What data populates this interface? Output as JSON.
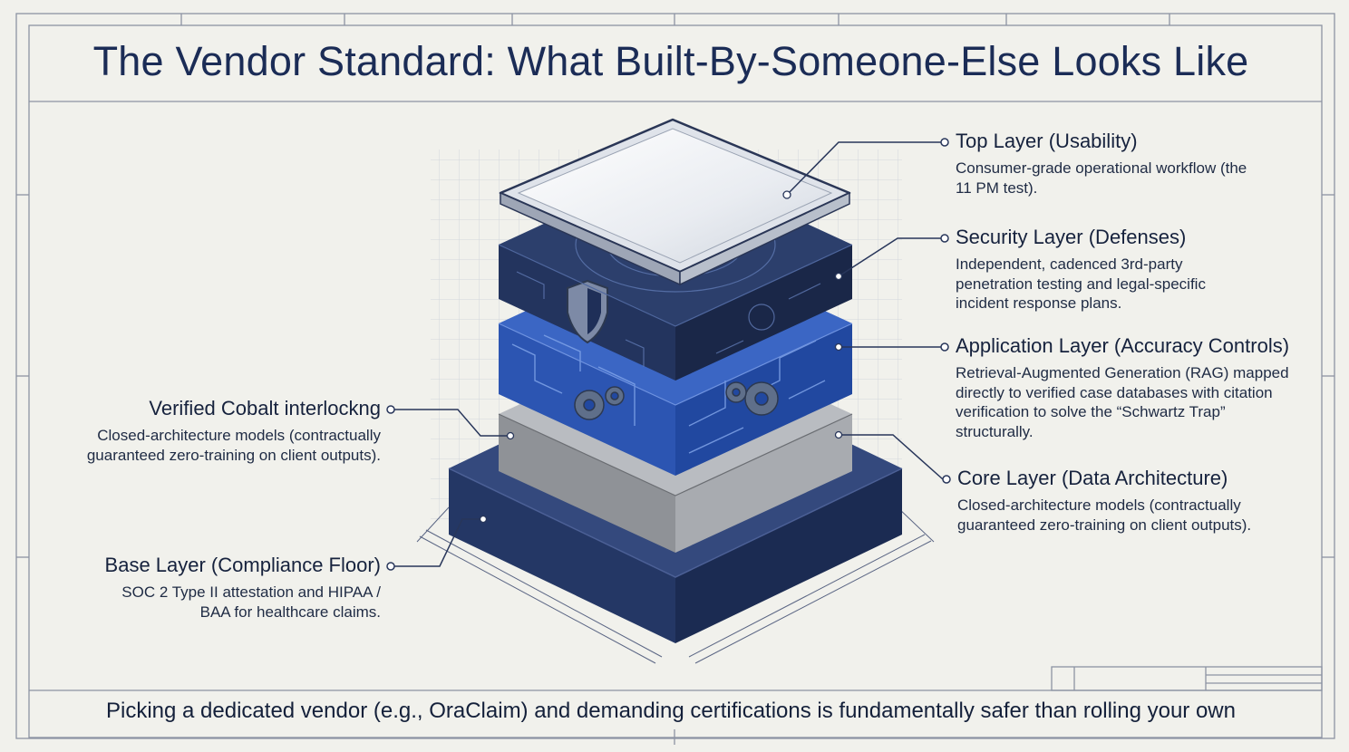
{
  "title": "The Vendor Standard: What Built-By-Someone-Else Looks Like",
  "footer": "Picking a dedicated vendor (e.g., OraClaim) and demanding certifications is fundamentally safer than rolling your own",
  "layers": {
    "top": {
      "heading": "Top Layer (Usability)",
      "description": "Consumer-grade operational workflow (the 11 PM test)."
    },
    "security": {
      "heading": "Security Layer (Defenses)",
      "description": "Independent, cadenced 3rd-party penetration testing and legal-specific incident response plans."
    },
    "application": {
      "heading": "Application Layer (Accuracy Controls)",
      "description": "Retrieval-Augmented Generation (RAG) mapped directly to verified case databases with citation verification to solve the “Schwartz Trap” structurally."
    },
    "core": {
      "heading": "Core Layer (Data Architecture)",
      "description": "Closed-architecture models (contractually guaranteed zero-training on client outputs)."
    },
    "cobalt": {
      "heading": "Verified Cobalt interlockng",
      "description": "Closed-architecture models (contractually guaranteed zero-training on client outputs)."
    },
    "base": {
      "heading": "Base Layer (Compliance Floor)",
      "description": "SOC 2 Type II attestation and HIPAA / BAA for healthcare claims."
    }
  },
  "icons": [
    "shield-icon",
    "gear-icon",
    "circuit-pattern"
  ],
  "colors": {
    "background": "#f1f1ec",
    "navy": "#1b2c56",
    "cobalt": "#2f56b0",
    "dark_layer": "#1f3058",
    "gray_layer": "#9c9fa4",
    "base_layer": "#2a3d6c",
    "line": "#28365a"
  }
}
